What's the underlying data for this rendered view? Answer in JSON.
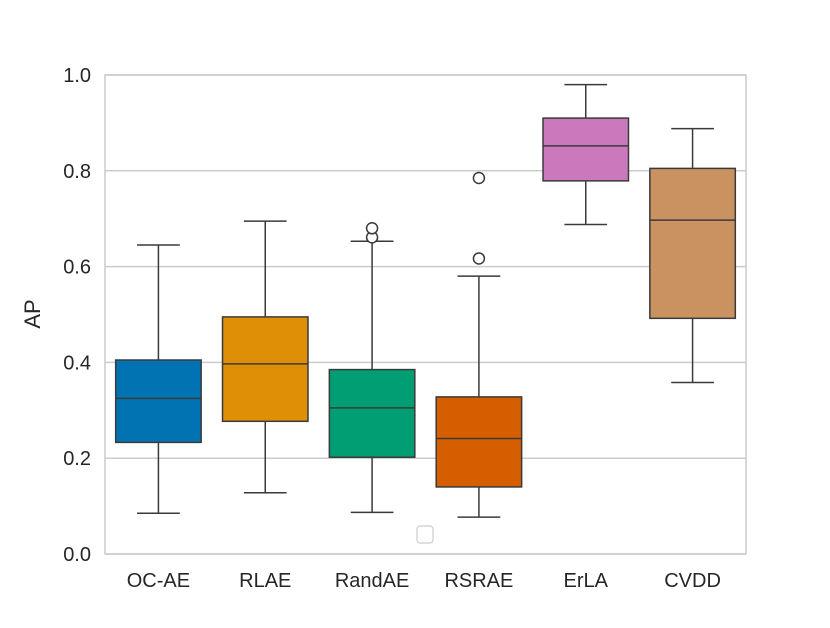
{
  "chart_data": {
    "type": "box",
    "title": "",
    "xlabel": "",
    "ylabel": "AP",
    "ylim": [
      0.0,
      1.0
    ],
    "yticks": [
      "0.0",
      "0.2",
      "0.4",
      "0.6",
      "0.8",
      "1.0"
    ],
    "grid": "horizontal",
    "legend": "bottom-center (empty)",
    "categories": [
      "OC-AE",
      "RLAE",
      "RandAE",
      "RSRAE",
      "ErLA",
      "CVDD"
    ],
    "boxes": [
      {
        "category": "OC-AE",
        "color": "#0173b2",
        "whisker_low": 0.085,
        "q1": 0.233,
        "median": 0.325,
        "q3": 0.405,
        "whisker_high": 0.645,
        "outliers": []
      },
      {
        "category": "RLAE",
        "color": "#de8f05",
        "whisker_low": 0.128,
        "q1": 0.277,
        "median": 0.397,
        "q3": 0.495,
        "whisker_high": 0.695,
        "outliers": []
      },
      {
        "category": "RandAE",
        "color": "#029e73",
        "whisker_low": 0.087,
        "q1": 0.202,
        "median": 0.305,
        "q3": 0.385,
        "whisker_high": 0.653,
        "outliers": [
          0.661,
          0.68
        ]
      },
      {
        "category": "RSRAE",
        "color": "#d55e00",
        "whisker_low": 0.077,
        "q1": 0.14,
        "median": 0.241,
        "q3": 0.328,
        "whisker_high": 0.58,
        "outliers": [
          0.617,
          0.785
        ]
      },
      {
        "category": "ErLA",
        "color": "#cc78bc",
        "whisker_low": 0.688,
        "q1": 0.779,
        "median": 0.852,
        "q3": 0.91,
        "whisker_high": 0.98,
        "outliers": []
      },
      {
        "category": "CVDD",
        "color": "#ca9161",
        "whisker_low": 0.358,
        "q1": 0.492,
        "median": 0.697,
        "q3": 0.805,
        "whisker_high": 0.888,
        "outliers": []
      }
    ]
  }
}
